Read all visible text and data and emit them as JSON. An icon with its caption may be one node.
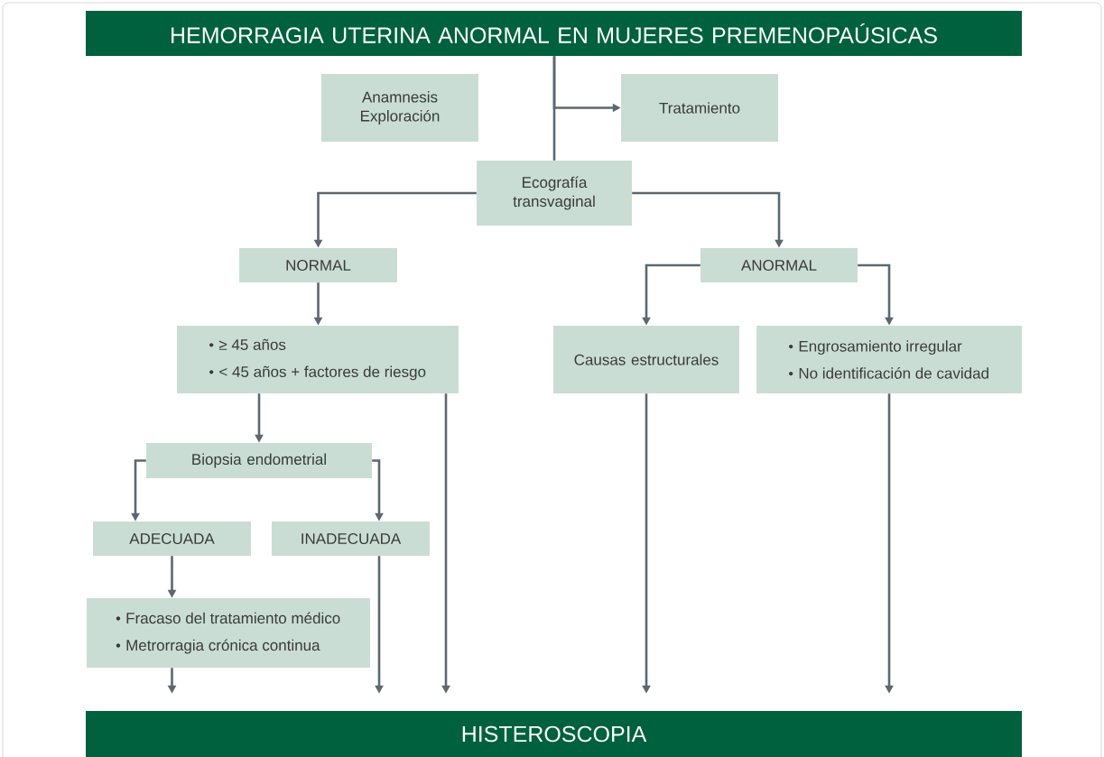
{
  "diagram": {
    "nodes": [
      {
        "text": [
          "HEMORRAGIA UTERINA ANORMAL EN MUJERES PREMENOPAÚSICAS"
        ]
      },
      {
        "text": [
          "Anamnesis Exploración"
        ]
      },
      {
        "text": [
          "Tratamiento"
        ]
      },
      {
        "text": [
          "Ecografía transvaginal"
        ]
      },
      {
        "text": [
          "NORMAL"
        ]
      },
      {
        "text": [
          "ANORMAL"
        ]
      },
      {
        "text": [
          "≥ 45 años",
          "< 45 años + factores de riesgo"
        ]
      },
      {
        "text": [
          "Causas estructurales"
        ]
      },
      {
        "text": [
          "Engrosamiento irregular",
          "No identificación de cavidad"
        ]
      },
      {
        "text": [
          "Biopsia endometrial"
        ]
      },
      {
        "text": [
          "ADECUADA"
        ]
      },
      {
        "text": [
          "INADECUADA"
        ]
      },
      {
        "text": [
          "Fracaso del tratamiento médico",
          "Metrorragia crónica continua"
        ]
      },
      {
        "text": [
          "HISTEROSCOPIA"
        ]
      }
    ],
    "edges": [
      {
        "from": 0,
        "to": 3,
        "arrow": "none"
      },
      {
        "from": 0,
        "to": 2,
        "arrow": "to"
      },
      {
        "from": 3,
        "to": 4,
        "arrow": "to"
      },
      {
        "from": 3,
        "to": 5,
        "arrow": "to"
      },
      {
        "from": 4,
        "to": 6,
        "arrow": "to"
      },
      {
        "from": 5,
        "to": 7,
        "arrow": "to"
      },
      {
        "from": 5,
        "to": 8,
        "arrow": "to"
      },
      {
        "from": 6,
        "to": 9,
        "arrow": "to"
      },
      {
        "from": 6,
        "to": 13,
        "arrow": "to"
      },
      {
        "from": 9,
        "to": 10,
        "arrow": "to"
      },
      {
        "from": 9,
        "to": 11,
        "arrow": "to"
      },
      {
        "from": 10,
        "to": 12,
        "arrow": "to"
      },
      {
        "from": 11,
        "to": 13,
        "arrow": "to"
      },
      {
        "from": 12,
        "to": 13,
        "arrow": "to"
      },
      {
        "from": 7,
        "to": 13,
        "arrow": "to"
      },
      {
        "from": 8,
        "to": 13,
        "arrow": "to"
      }
    ]
  }
}
